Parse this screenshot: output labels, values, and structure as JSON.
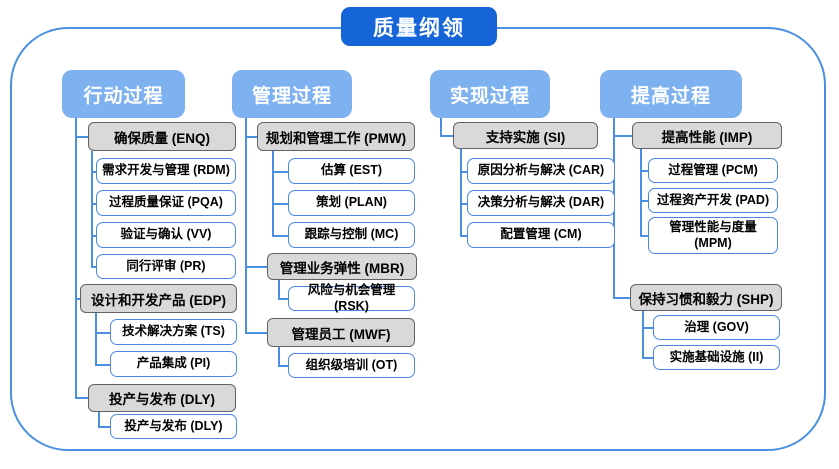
{
  "title": "质量纲领",
  "colors": {
    "title_bg": "#1565d8",
    "column_header_bg": "#7eb1f0",
    "frame_border": "#4a90e2",
    "node_border": "#4a86e0",
    "group_bg": "#d9d9d9",
    "group_border": "#636363"
  },
  "columns": [
    {
      "header": "行动过程",
      "groups": [
        {
          "label": "确保质量 (ENQ)",
          "children": [
            "需求开发与管理 (RDM)",
            "过程质量保证 (PQA)",
            "验证与确认 (VV)",
            "同行评审 (PR)"
          ]
        },
        {
          "label": "设计和开发产品 (EDP)",
          "children": [
            "技术解决方案 (TS)",
            "产品集成 (PI)"
          ]
        },
        {
          "label": "投产与发布 (DLY)",
          "children": [
            "投产与发布 (DLY)"
          ]
        }
      ]
    },
    {
      "header": "管理过程",
      "groups": [
        {
          "label": "规划和管理工作 (PMW)",
          "children": [
            "估算 (EST)",
            "策划 (PLAN)",
            "跟踪与控制 (MC)"
          ]
        },
        {
          "label": "管理业务弹性 (MBR)",
          "children": [
            "风险与机会管理 (RSK)"
          ]
        },
        {
          "label": "管理员工 (MWF)",
          "children": [
            "组织级培训 (OT)"
          ]
        }
      ]
    },
    {
      "header": "实现过程",
      "groups": [
        {
          "label": "支持实施 (SI)",
          "children": [
            "原因分析与解决 (CAR)",
            "决策分析与解决 (DAR)",
            "配置管理 (CM)"
          ]
        }
      ]
    },
    {
      "header": "提高过程",
      "groups": [
        {
          "label": "提高性能 (IMP)",
          "children": [
            "过程管理 (PCM)",
            "过程资产开发 (PAD)",
            "管理性能与度量 (MPM)"
          ]
        },
        {
          "label": "保持习惯和毅力 (SHP)",
          "children": [
            "治理 (GOV)",
            "实施基础设施 (II)"
          ]
        }
      ]
    }
  ]
}
